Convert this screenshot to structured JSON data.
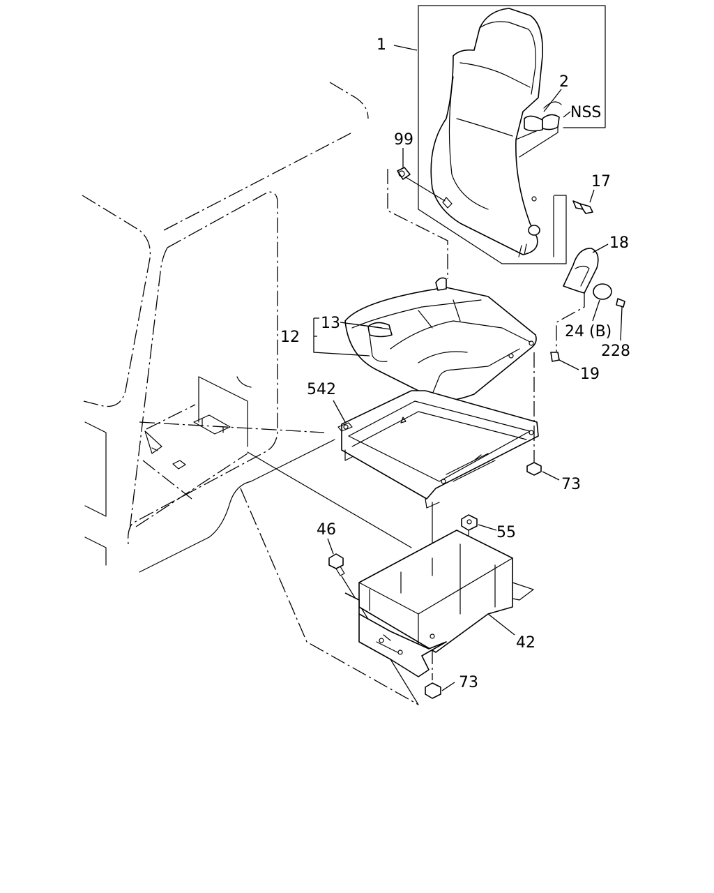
{
  "diagram": {
    "callouts": [
      {
        "id": "seat-back",
        "text": "1"
      },
      {
        "id": "strap-back",
        "text": "2"
      },
      {
        "id": "nss",
        "text": "NSS"
      },
      {
        "id": "grommet",
        "text": "99"
      },
      {
        "id": "bolt-17",
        "text": "17"
      },
      {
        "id": "knob-cover",
        "text": "18"
      },
      {
        "id": "cap",
        "text": "24 (B)"
      },
      {
        "id": "screw-228",
        "text": "228"
      },
      {
        "id": "screw-19",
        "text": "19"
      },
      {
        "id": "cushion-strap",
        "text": "13"
      },
      {
        "id": "cushion",
        "text": "12"
      },
      {
        "id": "slide-rail",
        "text": "542"
      },
      {
        "id": "nut-73-upper",
        "text": "73"
      },
      {
        "id": "nut-55",
        "text": "55"
      },
      {
        "id": "bolt-46",
        "text": "46"
      },
      {
        "id": "seat-riser",
        "text": "42"
      },
      {
        "id": "nut-73-lower",
        "text": "73"
      }
    ]
  }
}
